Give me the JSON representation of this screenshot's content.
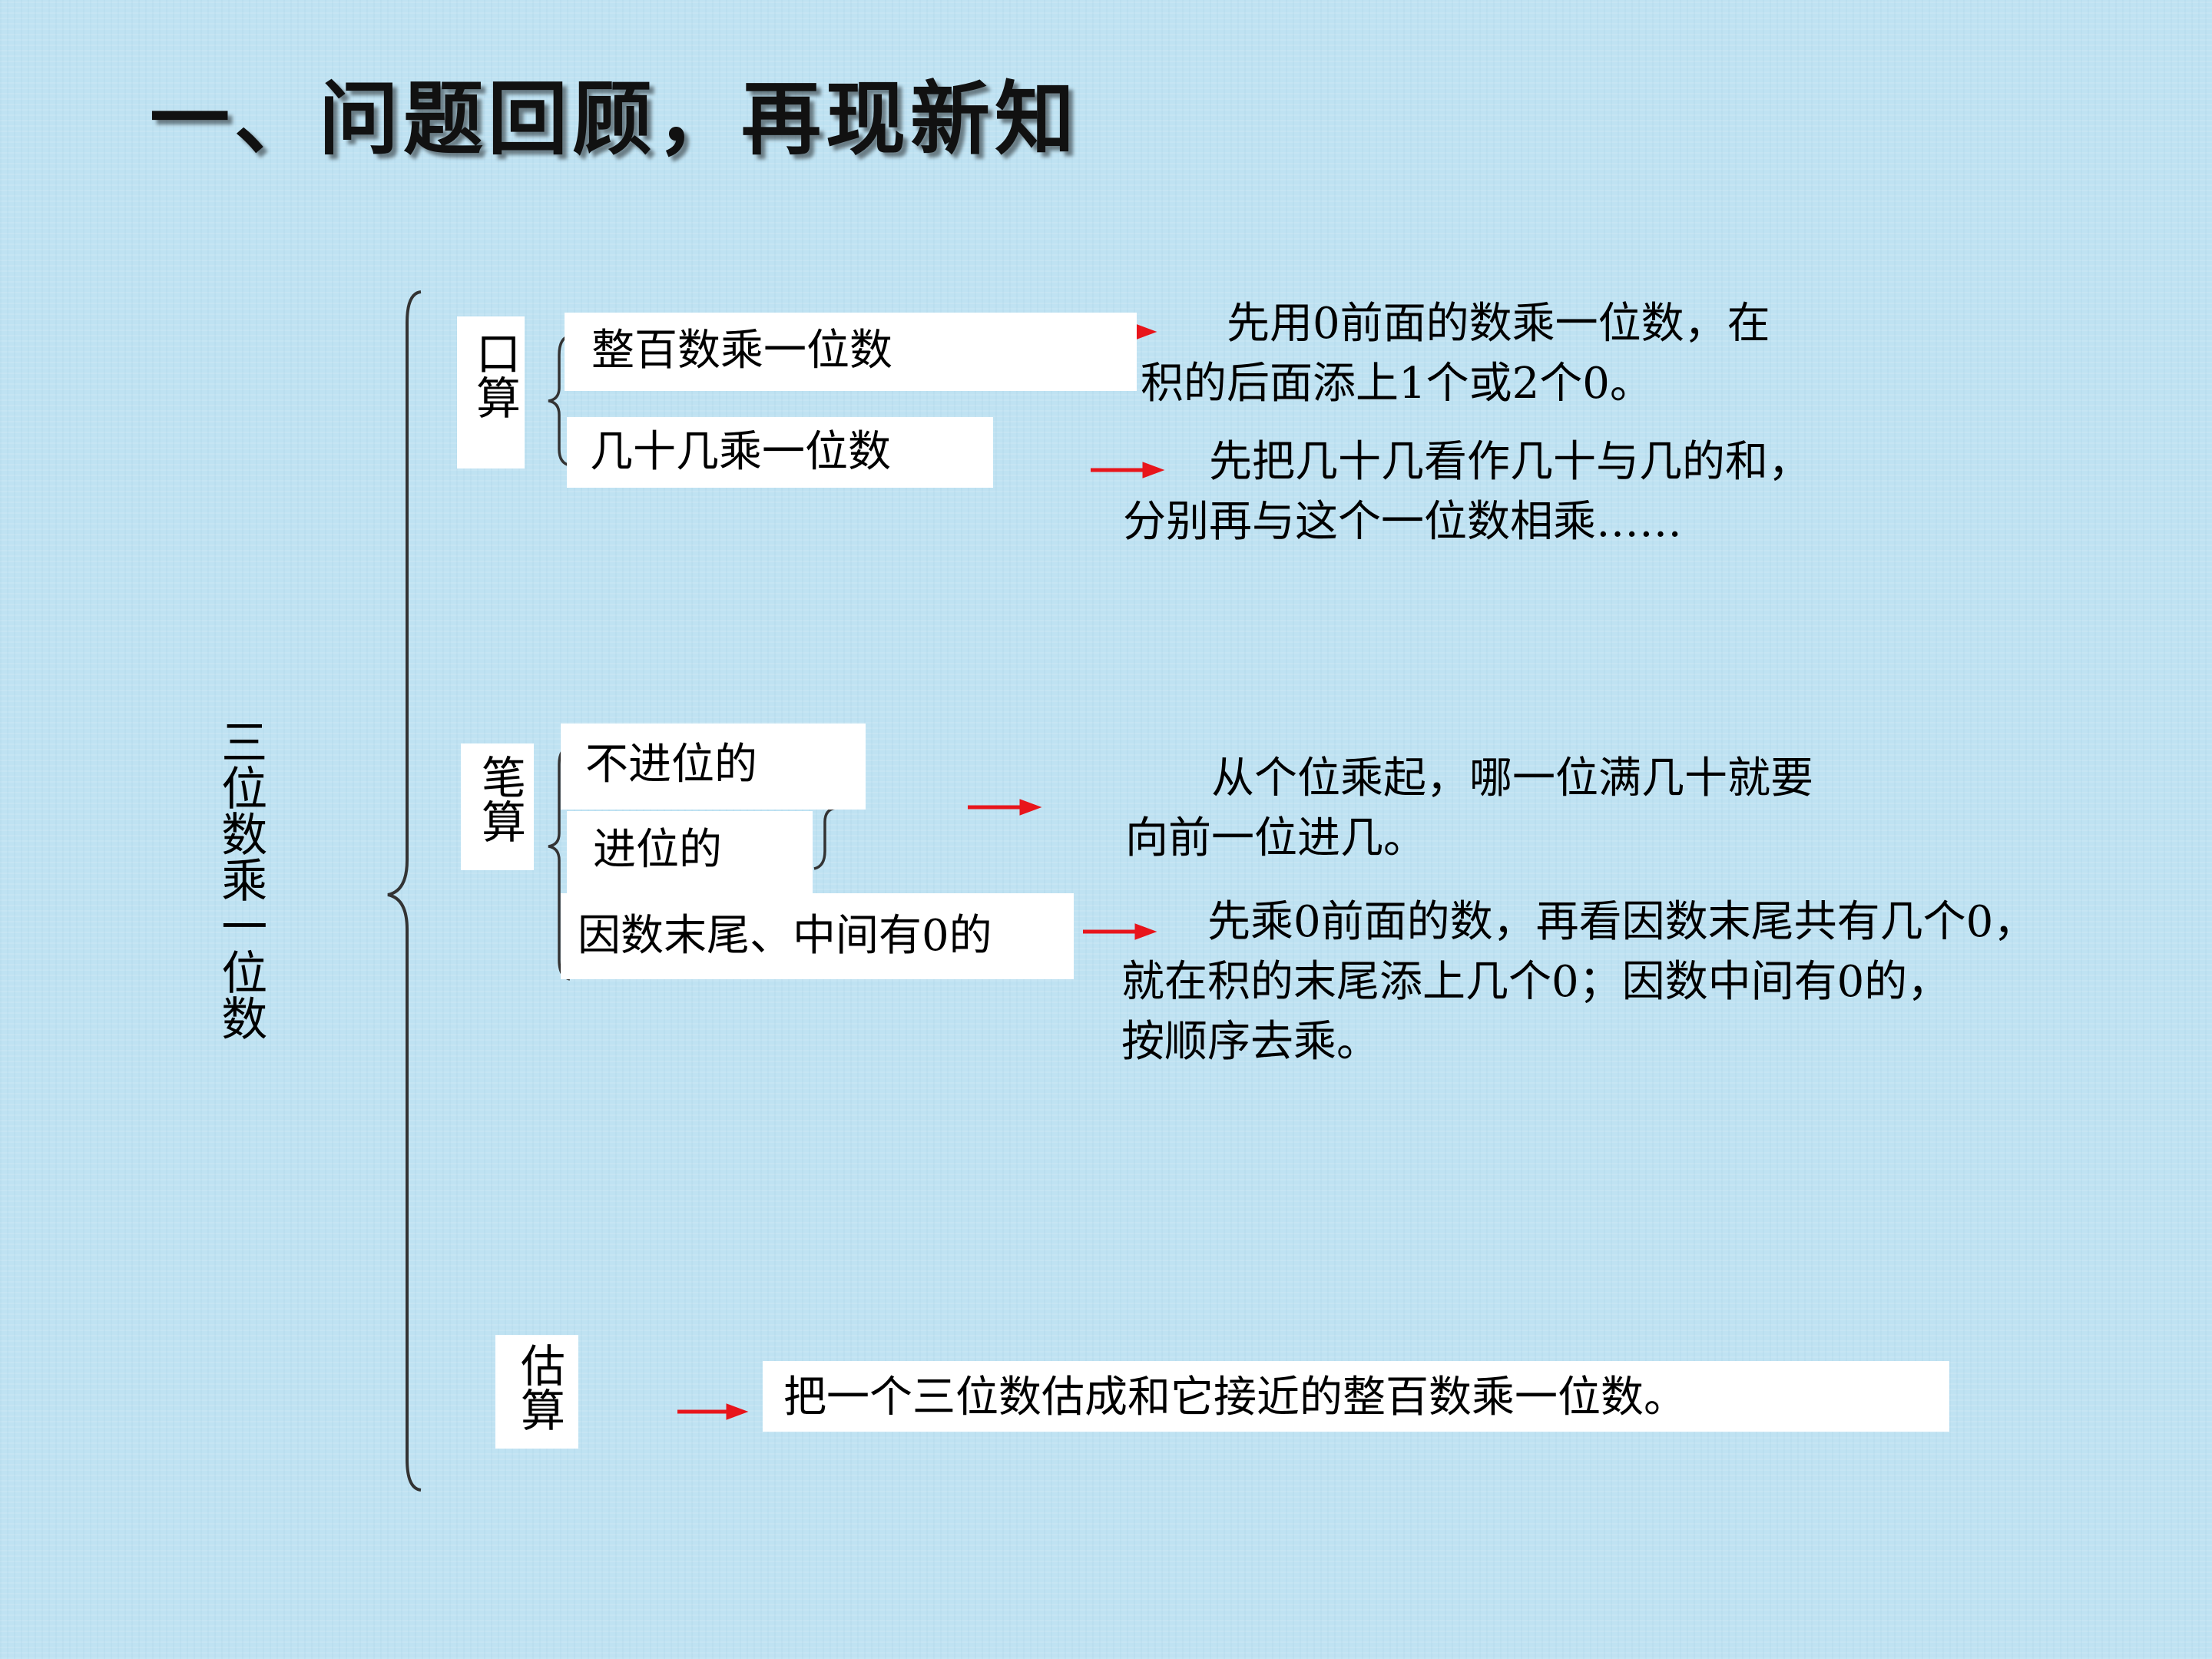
{
  "title": "一、问题回顾，再现新知",
  "root": "三位数乘一位数",
  "oral": {
    "label": "口算",
    "items": [
      "整百数乘一位数",
      "几十几乘一位数"
    ],
    "descs": [
      "　　先用0前面的数乘一位数，在\n积的后面添上1个或2个0。",
      "　　先把几十几看作几十与几的和，\n分别再与这个一位数相乘……"
    ]
  },
  "written": {
    "label": "笔算",
    "items": [
      "不进位的",
      "进位的",
      "因数末尾、中间有0的"
    ],
    "descs": [
      "　　从个位乘起，哪一位满几十就要\n向前一位进几。",
      "　　先乘0前面的数，再看因数末尾共有几个0，\n就在积的末尾添上几个0；因数中间有0的，\n按顺序去乘。"
    ]
  },
  "estimate": {
    "label": "估算",
    "desc": "把一个三位数估成和它接近的整百数乘一位数。"
  },
  "colors": {
    "arrow": "#e8151b",
    "background": "#bfe2f2",
    "box": "#ffffff"
  }
}
